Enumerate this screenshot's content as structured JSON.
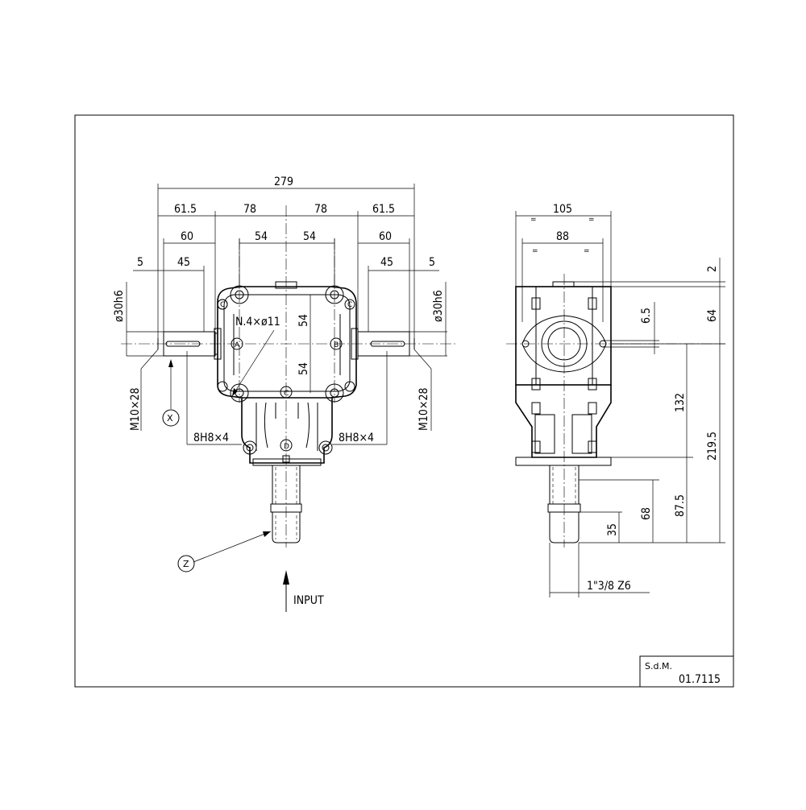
{
  "front_view": {
    "dim_total_width": "279",
    "dim_outer_left": "61.5",
    "dim_inner_left": "78",
    "dim_inner_right": "78",
    "dim_outer_right": "61.5",
    "dim_shaft_left": "60",
    "dim_bolt_left": "54",
    "dim_bolt_right": "54",
    "dim_shaft_right": "60",
    "dim_gap_left": "5",
    "dim_key_left": "45",
    "dim_key_right": "45",
    "dim_gap_right": "5",
    "shaft_dia_left": "ø30h6",
    "shaft_dia_right": "ø30h6",
    "bolt_vert_top": "54",
    "bolt_vert_bottom": "54",
    "bolt_holes": "N.4×ø11",
    "thread_left": "M10×28",
    "thread_right": "M10×28",
    "spline_left": "8H8×4",
    "spline_right": "8H8×4",
    "marker_a": "A",
    "marker_b": "B",
    "marker_c1": "C",
    "marker_c2": "C",
    "marker_c3": "C",
    "marker_d": "D",
    "marker_x": "X",
    "marker_z": "Z",
    "input_label": "INPUT"
  },
  "side_view": {
    "dim_width_outer": "105",
    "dim_width_inner": "88",
    "dim_top": "2",
    "dim_64": "64",
    "dim_6_5": "6.5",
    "dim_132": "132",
    "dim_219_5": "219.5",
    "dim_87_5": "87.5",
    "dim_68": "68",
    "dim_35": "35",
    "input_spline": "1\"3/8  Z6"
  },
  "title_block": {
    "label": "S.d.M.",
    "number": "01.7115"
  }
}
